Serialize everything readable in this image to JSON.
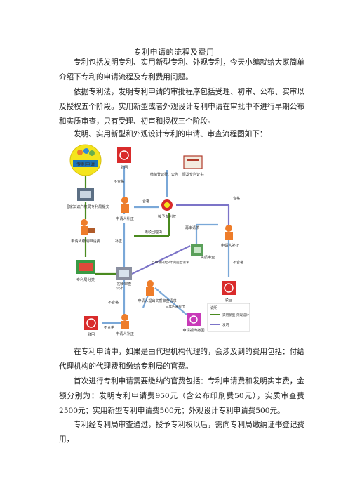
{
  "document": {
    "title": "专利申请的流程及费用",
    "paragraphs": [
      "专利包括发明专利、实用新型专利、外观专利，今天小编就给大家简单介绍下专利的申请流程及专利费用问题。",
      "依据专利法，发明专利申请的审批程序包括受理、初审、公布、实审以及授权五个阶段。实用新型或者外观设计专利申请在审批中不进行早期公布和实质审查，只有受理、初审和授权三个阶段。",
      "发明、实用新型和外观设计专利的申请、审查流程图如下：",
      "在专利申请中，如果是由代理机构代理的，会涉及到的费用包括：付给代理机构的代理费和缴给专利局的官费。",
      "首次进行专利申请需要缴纳的官费包括：专利申请费和发明实审费，金额分别为：发明专利申请费950元（含公布印刷费50元），实质审查费2500元；实用新型专利申请费500元；外观设计专利申请费500元。",
      "专利经专利局审查通过，授予专利权以后，需向专利局缴纳证书登记费用，"
    ]
  },
  "flowchart": {
    "start": "专利申请",
    "filing": "向国家知识产权局专利局提交",
    "pay": "申请人缴纳申请费",
    "classify": "专利局分类",
    "preliminary": "初步审查",
    "applicant_response": "申请人补正",
    "reject": "驳回",
    "grant_decision": "授予专利权",
    "certificate": "颁发专利证书",
    "substantive": "实质审查",
    "applicant_argue": "申请人补正",
    "withdraw_notice": "申请人提出实质审查请求",
    "deemed_withdrawn": "申请视为撤回",
    "labels": {
      "pass": "合格",
      "fail": "不合格",
      "correct": "补正",
      "publish": "公布",
      "no_fault": "无驳回理由",
      "appeal": "再审请求",
      "fee_notice": "缴纳登记费、公告",
      "request_3y": "自申请日起3年内提出请求",
      "over_3y": "三年内未提出",
      "utility_design": "实用新型、外观设计",
      "invention": "发明"
    },
    "legend": {
      "title": "说明",
      "line1": "实用新型 外观设计",
      "line2": "发明"
    }
  }
}
